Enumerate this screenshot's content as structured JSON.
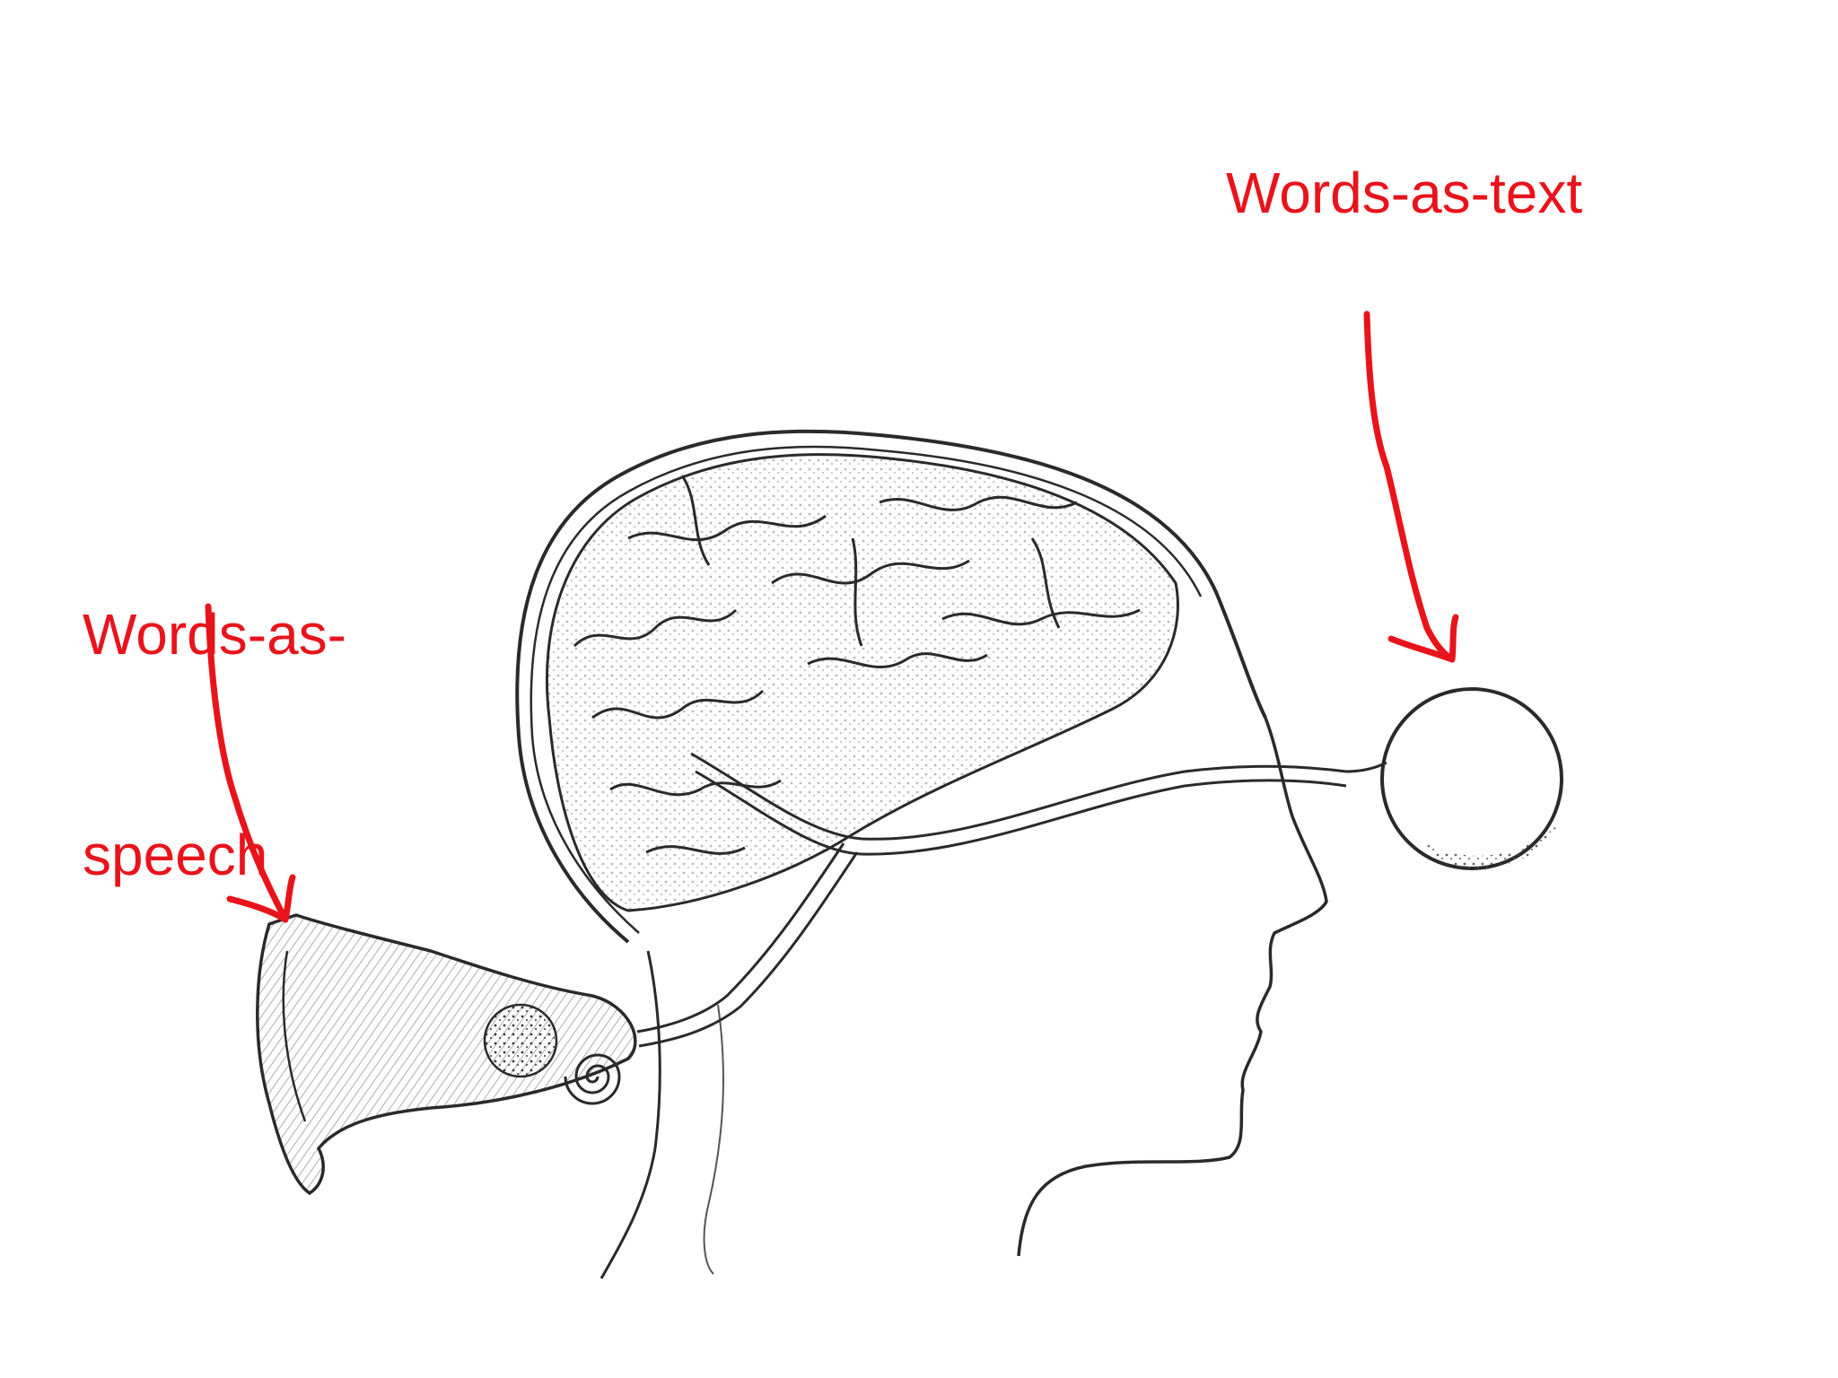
{
  "labels": {
    "words_as_text": "Words-as-text",
    "words_as_speech_line1": "Words-as-",
    "words_as_speech_line2": "speech"
  },
  "colors": {
    "annotation_red": "#e8141b",
    "sketch_ink": "#2a2a2a",
    "background": "#ffffff"
  },
  "illustration": {
    "subject": "head-profile-with-brain-ear-and-eye-sketch"
  }
}
